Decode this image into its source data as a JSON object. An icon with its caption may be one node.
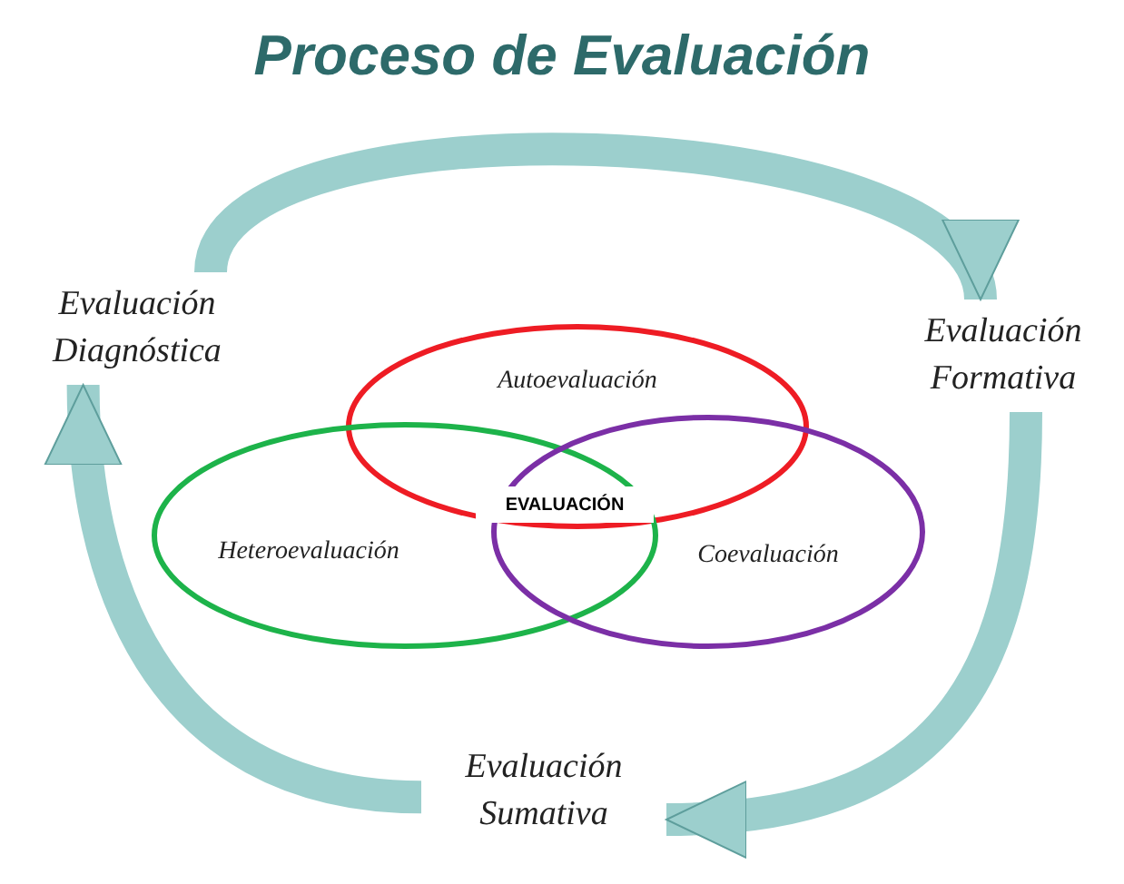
{
  "diagram": {
    "title": "Proceso de Evaluación",
    "nodes": [
      {
        "text": [
          "Evaluación Diagnóstica"
        ]
      },
      {
        "text": [
          "Evaluación Formativa"
        ]
      },
      {
        "text": [
          "Evaluación Sumativa"
        ]
      },
      {
        "text": [
          "Autoevaluación"
        ]
      },
      {
        "text": [
          "Heteroevaluación"
        ]
      },
      {
        "text": [
          "Coevaluación"
        ]
      },
      {
        "text": [
          "EVALUACIÓN"
        ]
      }
    ],
    "edges": [
      {
        "from": 0,
        "to": 1,
        "arrow": "to"
      },
      {
        "from": 1,
        "to": 2,
        "arrow": "to"
      },
      {
        "from": 2,
        "to": 0,
        "arrow": "to"
      }
    ]
  }
}
